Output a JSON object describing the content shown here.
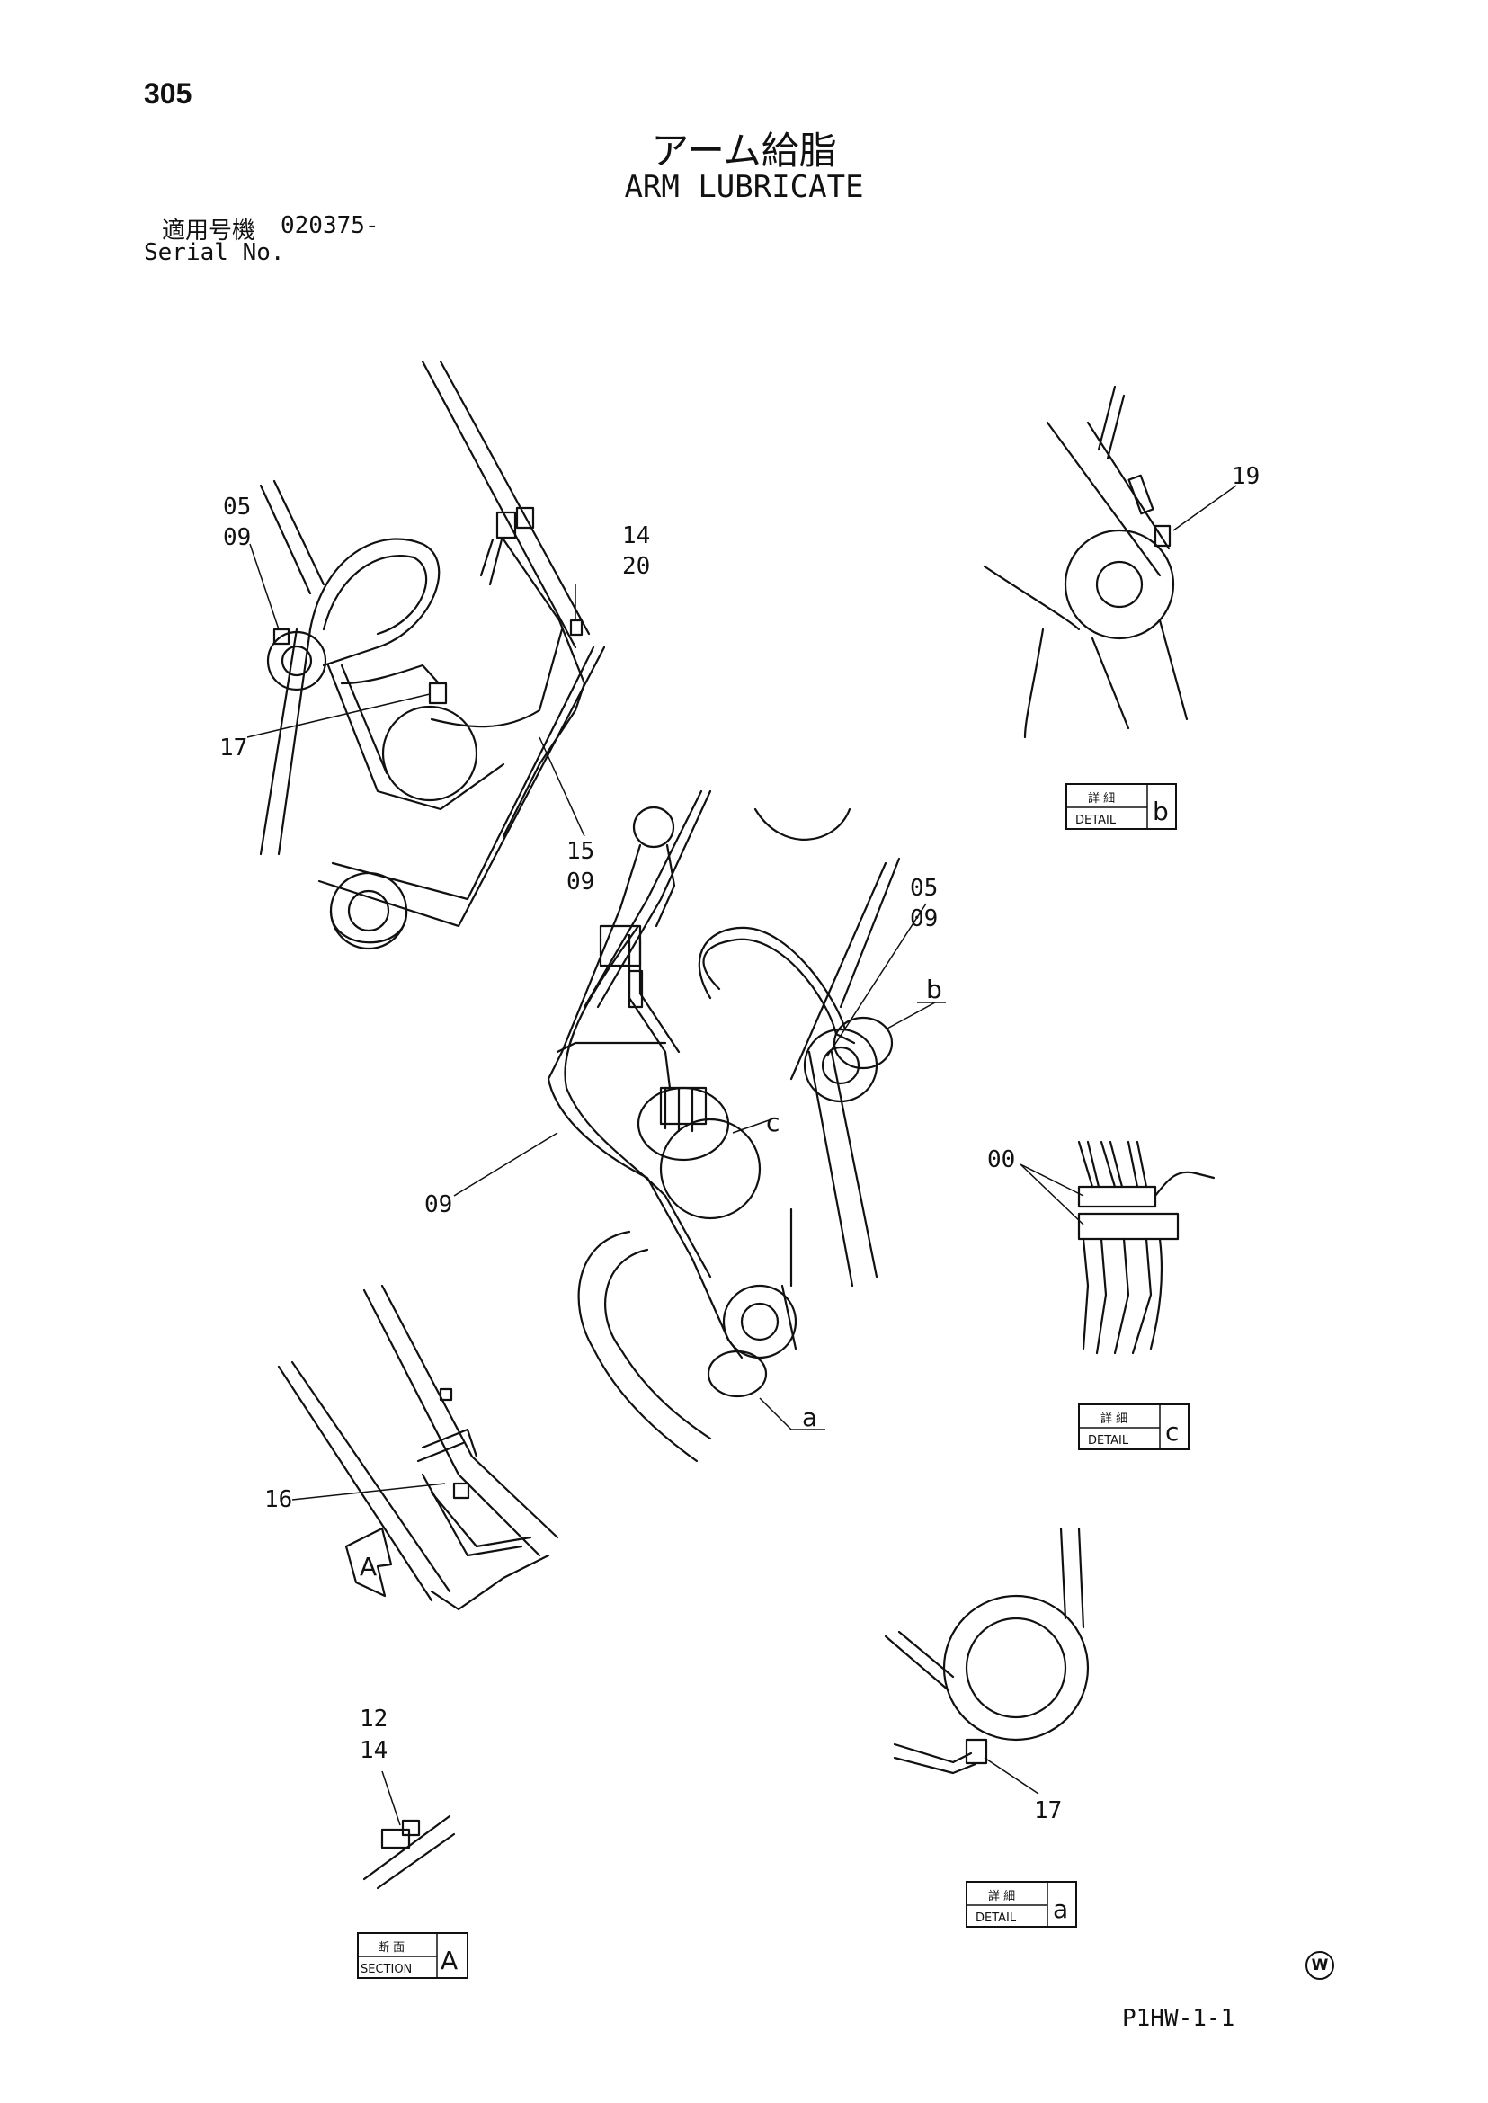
{
  "header": {
    "page_number": "305",
    "title_jp": "アーム給脂",
    "title_en": "ARM LUBRICATE",
    "serial_label_jp": "適用号機",
    "serial_value": "020375-",
    "serial_label_en": "Serial No."
  },
  "callouts": {
    "c05a": "05",
    "c09a": "09",
    "c14a": "14",
    "c20": "20",
    "c17a": "17",
    "c15": "15",
    "c09b": "09",
    "c05b": "05",
    "c09c": "09",
    "b_ref": "b",
    "c_ref": "c",
    "a_ref": "a",
    "c09d": "09",
    "c16": "16",
    "c19": "19",
    "c00": "00",
    "c12": "12",
    "c14b": "14",
    "c17b": "17",
    "section_arrow": "A"
  },
  "detail_boxes": {
    "b": {
      "jp": "詳 細",
      "en": "DETAIL",
      "letter": "b"
    },
    "c": {
      "jp": "詳 細",
      "en": "DETAIL",
      "letter": "c"
    },
    "a": {
      "jp": "詳 細",
      "en": "DETAIL",
      "letter": "a"
    },
    "section": {
      "jp": "断 面",
      "en": "SECTION",
      "letter": "A"
    }
  },
  "footer": {
    "drawing_code": "P1HW-1-1",
    "mark": "W"
  }
}
